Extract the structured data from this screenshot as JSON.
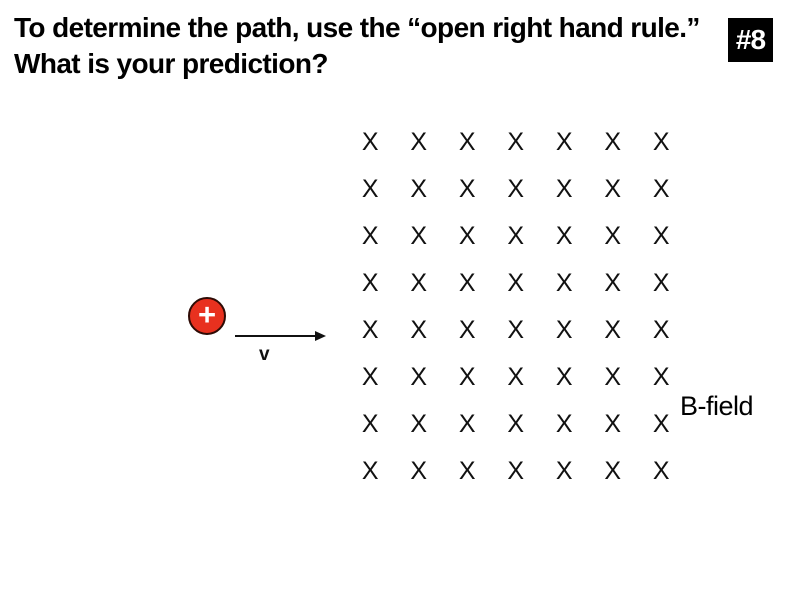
{
  "slide": {
    "title_line1": "To determine the path, use the “open right hand rule.”",
    "title_line2": "What is your prediction?",
    "badge_label": "#8"
  },
  "diagram": {
    "field_symbol": "X",
    "rows": 8,
    "cols": 7,
    "charge_symbol": "+",
    "velocity_label": "v",
    "field_label": "B-field"
  },
  "colors": {
    "charge_fill": "#e8311f",
    "charge_border": "#2e0b05",
    "badge_bg": "#000000",
    "badge_text": "#ffffff",
    "text": "#000000"
  }
}
